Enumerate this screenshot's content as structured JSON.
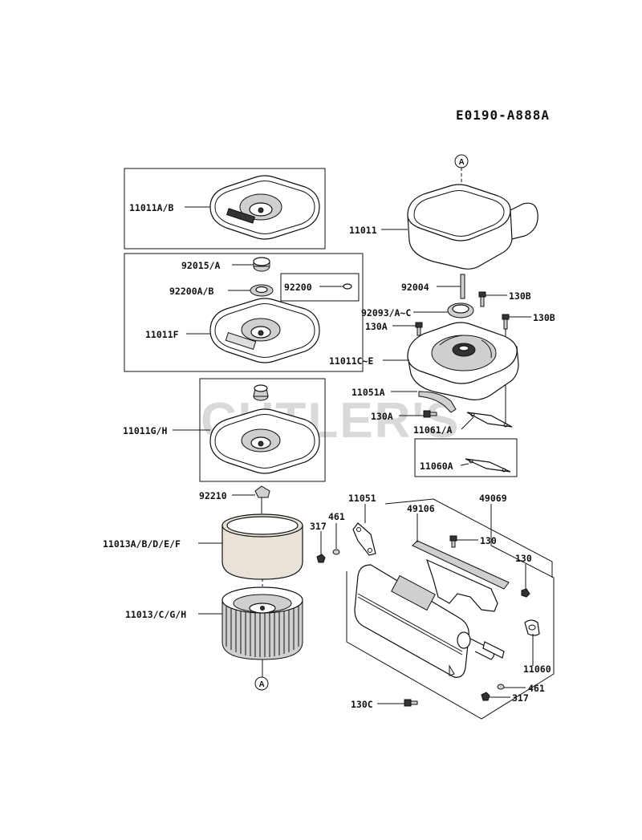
{
  "diagram": {
    "reference": "E0190-A888A",
    "watermark": "CUTLER'S",
    "callout_marker": "A",
    "labels": {
      "l11011AB": "11011A/B",
      "l11011": "11011",
      "l92015A": "92015/A",
      "l92200AB": "92200A/B",
      "l92200": "92200",
      "l11011F": "11011F",
      "l92004": "92004",
      "l130B_1": "130B",
      "l92093": "92093/A~C",
      "l130A_1": "130A",
      "l130B_2": "130B",
      "l11011C": "11011C~E",
      "l11051A": "11051A",
      "l11011GH": "11011G/H",
      "l130A_2": "130A",
      "l11061A": "11061/A",
      "l11060A": "11060A",
      "l92210": "92210",
      "l11051": "11051",
      "l49069": "49069",
      "l461_1": "461",
      "l49106": "49106",
      "l317_1": "317",
      "l130_1": "130",
      "l11013A": "11013A/B/D/E/F",
      "l130_2": "130",
      "l11013C": "11013/C/G/H",
      "l11060": "11060",
      "l461_2": "461",
      "l130C": "130C",
      "l317_2": "317"
    }
  }
}
